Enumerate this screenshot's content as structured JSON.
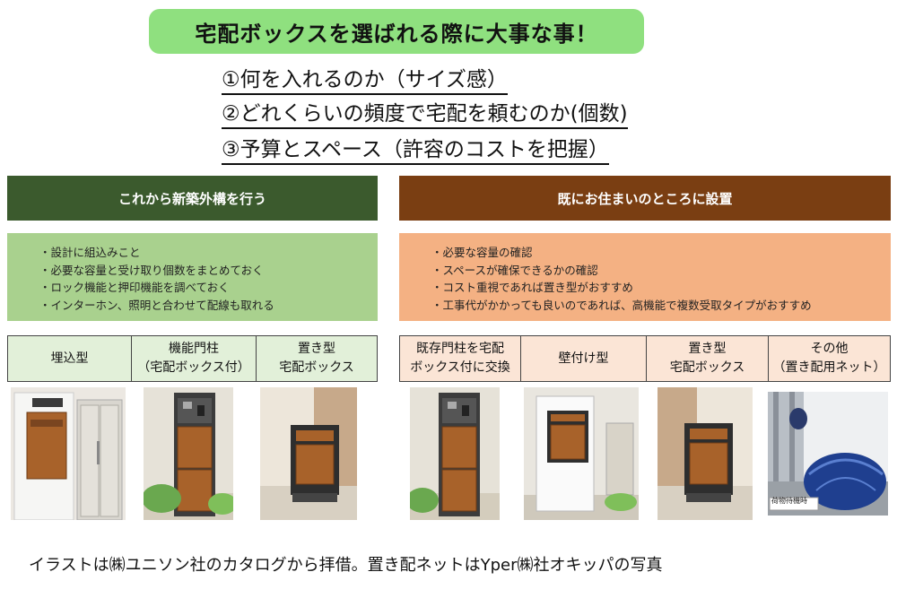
{
  "title": "宅配ボックスを選ばれる際に大事な事！",
  "points": [
    "①何を入れるのか（サイズ感）",
    "②どれくらいの頻度で宅配を頼むのか(個数)",
    "③予算とスペース（許容のコストを把握）"
  ],
  "left": {
    "header": "これから新築外構を行う",
    "bullets": [
      "・設計に組込みこと",
      "・必要な容量と受け取り個数をまとめておく",
      "・ロック機能と押印機能を調べておく",
      "・インターホン、照明と合わせて配線も取れる"
    ],
    "categories": [
      {
        "line1": "埋込型",
        "line2": ""
      },
      {
        "line1": "機能門柱",
        "line2": "（宅配ボックス付）"
      },
      {
        "line1": "置き型",
        "line2": "宅配ボックス"
      }
    ]
  },
  "right": {
    "header": "既にお住まいのところに設置",
    "bullets": [
      "・必要な容量の確認",
      "・スペースが確保できるかの確認",
      "・コスト重視であれば置き型がおすすめ",
      "・工事代がかかっても良いのであれば、高機能で複数受取タイプがおすすめ"
    ],
    "categories": [
      {
        "line1": "既存門柱を宅配",
        "line2": "ボックス付に交換"
      },
      {
        "line1": "壁付け型",
        "line2": ""
      },
      {
        "line1": "置き型",
        "line2": "宅配ボックス"
      },
      {
        "line1": "その他",
        "line2": "（置き配用ネット）"
      }
    ]
  },
  "photo_label": "荷物待機時",
  "caption": "イラストは㈱ユニソン社のカタログから拝借。置き配ネットはYper㈱社オキッパの写真",
  "colors": {
    "title_bg": "#8fe07f",
    "left_header": "#3b5a2d",
    "left_desc": "#a9d18e",
    "left_cat": "#e2f0d9",
    "right_header": "#7a3e12",
    "right_desc": "#f4b183",
    "right_cat": "#fbe5d6",
    "box_wood": "#a8622a"
  }
}
